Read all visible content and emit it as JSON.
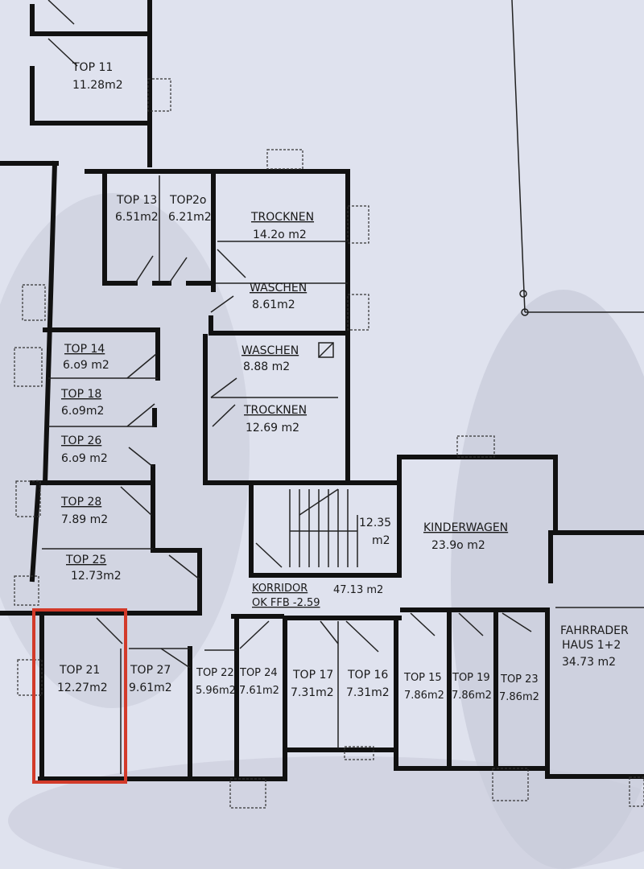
{
  "colors": {
    "paper": "#dfe2ee",
    "shadow": "#bfc3d3",
    "wall": "#111111",
    "thin": "#222222",
    "highlight": "#d23a2a"
  },
  "rooms": [
    {
      "id": "top11",
      "name": "TOP 11",
      "area": "11.28m2",
      "underline": false
    },
    {
      "id": "top13",
      "name": "TOP 13",
      "area": "6.51m2",
      "underline": false
    },
    {
      "id": "top20",
      "name": "TOP2o",
      "area": "6.21m2",
      "underline": false
    },
    {
      "id": "trocknen1",
      "name": "TROCKNEN",
      "area": "14.2o m2",
      "underline": true
    },
    {
      "id": "waschen1",
      "name": "WASCHEN",
      "area": "8.61m2",
      "underline": true
    },
    {
      "id": "top14",
      "name": "TOP 14",
      "area": "6.o9 m2",
      "underline": true
    },
    {
      "id": "top18",
      "name": "TOP 18",
      "area": "6.o9m2",
      "underline": true
    },
    {
      "id": "top26",
      "name": "TOP 26",
      "area": "6.o9 m2",
      "underline": true
    },
    {
      "id": "waschen2",
      "name": "WASCHEN",
      "area": "8.88 m2",
      "underline": true
    },
    {
      "id": "trocknen2",
      "name": "TROCKNEN",
      "area": "12.69 m2",
      "underline": true
    },
    {
      "id": "top28",
      "name": "TOP 28",
      "area": "7.89 m2",
      "underline": true
    },
    {
      "id": "top25",
      "name": "TOP 25",
      "area": "12.73m2",
      "underline": true
    },
    {
      "id": "stair",
      "name": "12.35",
      "area": "m2",
      "underline": false
    },
    {
      "id": "kinderwagen",
      "name": "KINDERWAGEN",
      "area": "23.9o m2",
      "underline": true
    },
    {
      "id": "korridor",
      "name": "KORRIDOR",
      "area": "47.13 m2",
      "underline": true
    },
    {
      "id": "top21",
      "name": "TOP 21",
      "area": "12.27m2",
      "underline": false
    },
    {
      "id": "top27",
      "name": "TOP 27",
      "area": "9.61m2",
      "underline": false
    },
    {
      "id": "top22",
      "name": "TOP 22",
      "area": "5.96m2",
      "underline": false
    },
    {
      "id": "top24",
      "name": "TOP 24",
      "area": "7.61m2",
      "underline": false
    },
    {
      "id": "top17",
      "name": "TOP 17",
      "area": "7.31m2",
      "underline": false
    },
    {
      "id": "top16",
      "name": "TOP 16",
      "area": "7.31m2",
      "underline": false
    },
    {
      "id": "top15",
      "name": "TOP 15",
      "area": "7.86m2",
      "underline": false
    },
    {
      "id": "top19",
      "name": "TOP 19",
      "area": "7.86m2",
      "underline": false
    },
    {
      "id": "top23",
      "name": "TOP 23",
      "area": "7.86m2",
      "underline": false
    },
    {
      "id": "fahrrader",
      "name": "FAHRRADER",
      "area": "HAUS 1+2",
      "extra": "34.73 m2",
      "underline": false
    }
  ],
  "corridor_note": "OK FFB -2.59"
}
